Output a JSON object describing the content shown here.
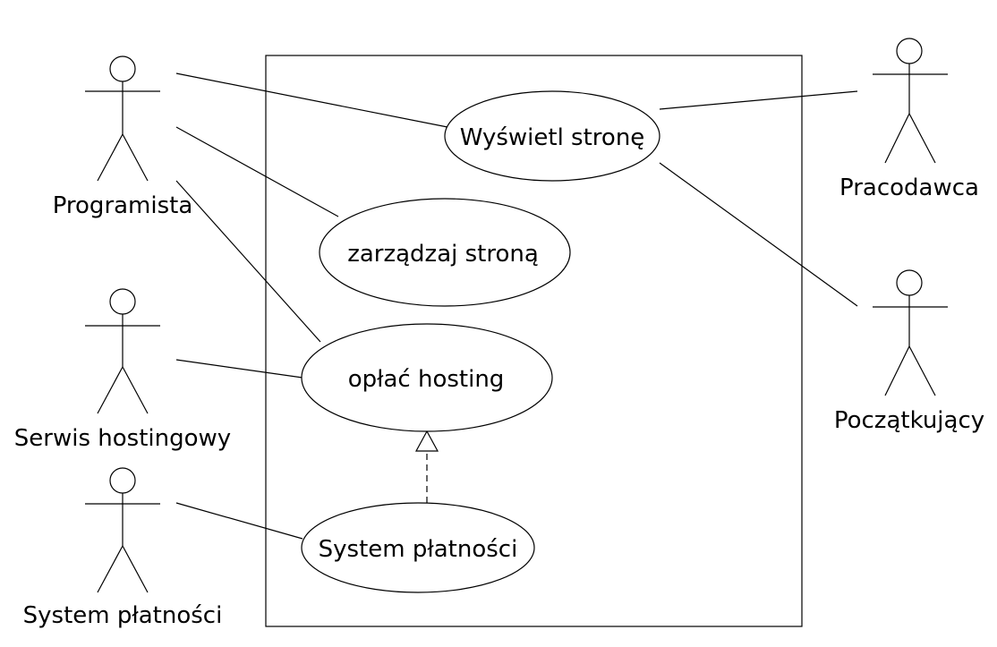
{
  "diagram": {
    "type": "use-case",
    "actors": {
      "programista": "Programista",
      "serwis_hostingowy": "Serwis hostingowy",
      "system_platnosci_actor": "System płatności",
      "pracodawca": "Pracodawca",
      "poczatkujacy": "Początkujący"
    },
    "use_cases": {
      "wyswietl_strone": "Wyświetl stronę",
      "zarzadzaj_strona": "zarządzaj stroną",
      "oplac_hosting": "opłać hosting",
      "system_platnosci": "System płatności"
    },
    "relationships": [
      {
        "from": "Programista",
        "to": "Wyświetl stronę",
        "kind": "association"
      },
      {
        "from": "Programista",
        "to": "zarządzaj stroną",
        "kind": "association"
      },
      {
        "from": "Programista",
        "to": "opłać hosting",
        "kind": "association"
      },
      {
        "from": "Serwis hostingowy",
        "to": "opłać hosting",
        "kind": "association"
      },
      {
        "from": "System płatności",
        "to": "System płatności",
        "kind": "association"
      },
      {
        "from": "Pracodawca",
        "to": "Wyświetl stronę",
        "kind": "association"
      },
      {
        "from": "Początkujący",
        "to": "Wyświetl stronę",
        "kind": "association"
      },
      {
        "from": "System płatności",
        "to": "opłać hosting",
        "kind": "realization"
      }
    ],
    "colors": {
      "stroke": "#000000",
      "background": "#ffffff"
    }
  }
}
